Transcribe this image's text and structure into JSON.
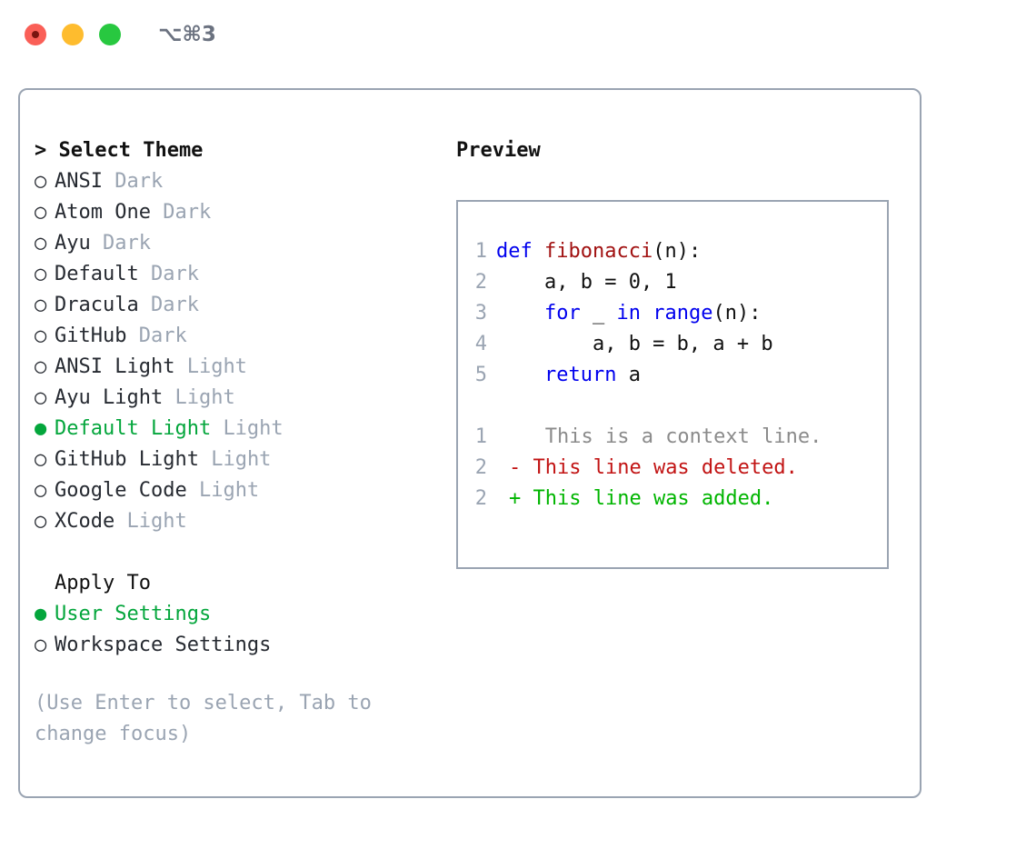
{
  "titlebar": {
    "shortcut": "⌥⌘3",
    "lights": [
      "close",
      "minimize",
      "maximize"
    ]
  },
  "left": {
    "list_header": "> Select Theme",
    "themes": [
      {
        "marker": "○",
        "name": "ANSI",
        "category": "Dark",
        "selected": false
      },
      {
        "marker": "○",
        "name": "Atom One",
        "category": "Dark",
        "selected": false
      },
      {
        "marker": "○",
        "name": "Ayu",
        "category": "Dark",
        "selected": false
      },
      {
        "marker": "○",
        "name": "Default",
        "category": "Dark",
        "selected": false
      },
      {
        "marker": "○",
        "name": "Dracula",
        "category": "Dark",
        "selected": false
      },
      {
        "marker": "○",
        "name": "GitHub",
        "category": "Dark",
        "selected": false
      },
      {
        "marker": "○",
        "name": "ANSI Light",
        "category": "Light",
        "selected": false
      },
      {
        "marker": "○",
        "name": "Ayu Light",
        "category": "Light",
        "selected": false
      },
      {
        "marker": "●",
        "name": "Default Light",
        "category": "Light",
        "selected": true
      },
      {
        "marker": "○",
        "name": "GitHub Light",
        "category": "Light",
        "selected": false
      },
      {
        "marker": "○",
        "name": "Google Code",
        "category": "Light",
        "selected": false
      },
      {
        "marker": "○",
        "name": "XCode",
        "category": "Light",
        "selected": false
      }
    ],
    "apply_header": "Apply To",
    "apply_options": [
      {
        "marker": "●",
        "label": "User Settings",
        "selected": true
      },
      {
        "marker": "○",
        "label": "Workspace Settings",
        "selected": false
      }
    ],
    "hint": "(Use Enter to select, Tab to change focus)"
  },
  "right": {
    "preview_title": "Preview",
    "code_lines": [
      {
        "lineno": "1",
        "tokens": [
          {
            "text": "def ",
            "type": "keyword"
          },
          {
            "text": "fibonacci",
            "type": "function"
          },
          {
            "text": "(n):",
            "type": "plain"
          }
        ]
      },
      {
        "lineno": "2",
        "tokens": [
          {
            "text": "    a, b = 0, 1",
            "type": "plain"
          }
        ]
      },
      {
        "lineno": "3",
        "tokens": [
          {
            "text": "    ",
            "type": "plain"
          },
          {
            "text": "for",
            "type": "keyword"
          },
          {
            "text": " _ ",
            "type": "plain"
          },
          {
            "text": "in",
            "type": "keyword"
          },
          {
            "text": " ",
            "type": "plain"
          },
          {
            "text": "range",
            "type": "keyword"
          },
          {
            "text": "(n):",
            "type": "plain"
          }
        ]
      },
      {
        "lineno": "4",
        "tokens": [
          {
            "text": "        a, b = b, a + b",
            "type": "plain"
          }
        ]
      },
      {
        "lineno": "5",
        "tokens": [
          {
            "text": "    ",
            "type": "plain"
          },
          {
            "text": "return",
            "type": "keyword"
          },
          {
            "text": " a",
            "type": "plain"
          }
        ]
      }
    ],
    "diff_lines": [
      {
        "lineno": "1",
        "sign": " ",
        "text": "  This is a context line.",
        "type": "context"
      },
      {
        "lineno": "2",
        "sign": "-",
        "text": " This line was deleted.",
        "type": "deleted"
      },
      {
        "lineno": "2",
        "sign": "+",
        "text": " This line was added.",
        "type": "added"
      }
    ]
  },
  "colors": {
    "accent_green": "#04a63c",
    "muted_gray": "#9aa4b2",
    "keyword_blue": "#0000ee",
    "function_red": "#a11111",
    "diff_add_green": "#00b500",
    "diff_del_red": "#c21414",
    "border": "#9aa4b2",
    "light_close": "#fa5f57",
    "light_minimize": "#febc2e",
    "light_maximize": "#28c840"
  }
}
